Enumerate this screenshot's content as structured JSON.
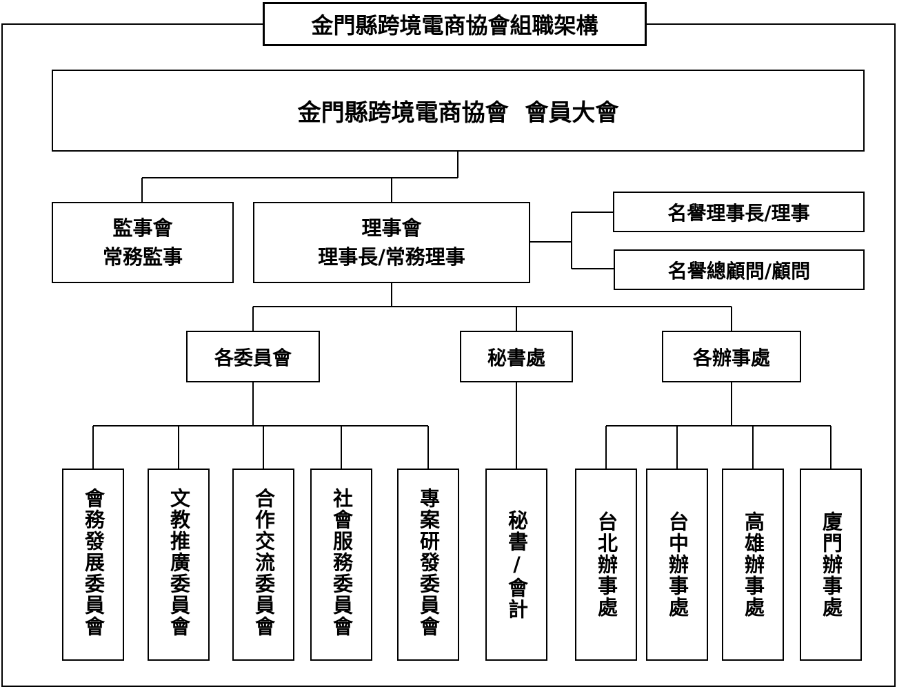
{
  "title": "金門縣跨境電商協會組職架構",
  "assembly": "金門縣跨境電商協會  會員大會",
  "supervisors": {
    "line1": "監事會",
    "line2": "常務監事"
  },
  "board": {
    "line1": "理事會",
    "line2": "理事長/常務理事"
  },
  "honorary": {
    "chair": "名譽理事長/理事",
    "advisor": "名譽總顧問/顧問"
  },
  "divisions": {
    "committees": "各委員會",
    "secretariat": "秘書處",
    "offices": "各辦事處"
  },
  "committees": [
    "會務發展委員會",
    "文教推廣委員會",
    "合作交流委員會",
    "社會服務委員會",
    "專案研發委員會"
  ],
  "secretariat_staff": "秘書/會計",
  "offices": [
    "台北辦事處",
    "台中辦事處",
    "高雄辦事處",
    "廈門辦事處"
  ]
}
